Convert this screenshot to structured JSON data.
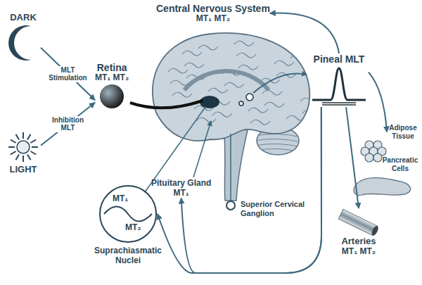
{
  "diagram": {
    "nodes": [
      {
        "text": [
          "DARK"
        ]
      },
      {
        "text": [
          "LIGHT"
        ]
      },
      {
        "text": [
          "Retina",
          "MT₁ MT₂"
        ]
      },
      {
        "text": [
          "Central Nervous System",
          "MT₁ MT₂"
        ]
      },
      {
        "text": [
          "Pineal MLT"
        ]
      },
      {
        "text": [
          "Adipose Tissue"
        ]
      },
      {
        "text": [
          "Pancreatic Cells"
        ]
      },
      {
        "text": [
          "Arteries",
          "MT₁ MT₂"
        ]
      },
      {
        "text": [
          "Pituitary Gland",
          "MT₁"
        ]
      },
      {
        "text": [
          "MT₁",
          "MT₂",
          "Suprachiasmatic Nuclei"
        ]
      },
      {
        "text": [
          "Superior Cervical Ganglion"
        ]
      }
    ],
    "edges": [
      {
        "from": 0,
        "to": 2,
        "arrow": "to",
        "label": "MLT Stimulation"
      },
      {
        "from": 1,
        "to": 2,
        "arrow": "to",
        "label": "Inhibition MLT"
      },
      {
        "from": 4,
        "to": 3,
        "arrow": "to"
      },
      {
        "from": 4,
        "to": 5,
        "arrow": "to"
      },
      {
        "from": 4,
        "to": 7,
        "arrow": "to"
      },
      {
        "from": 4,
        "to": 9,
        "arrow": "to"
      },
      {
        "from": 4,
        "to": 8,
        "arrow": "to"
      }
    ]
  }
}
